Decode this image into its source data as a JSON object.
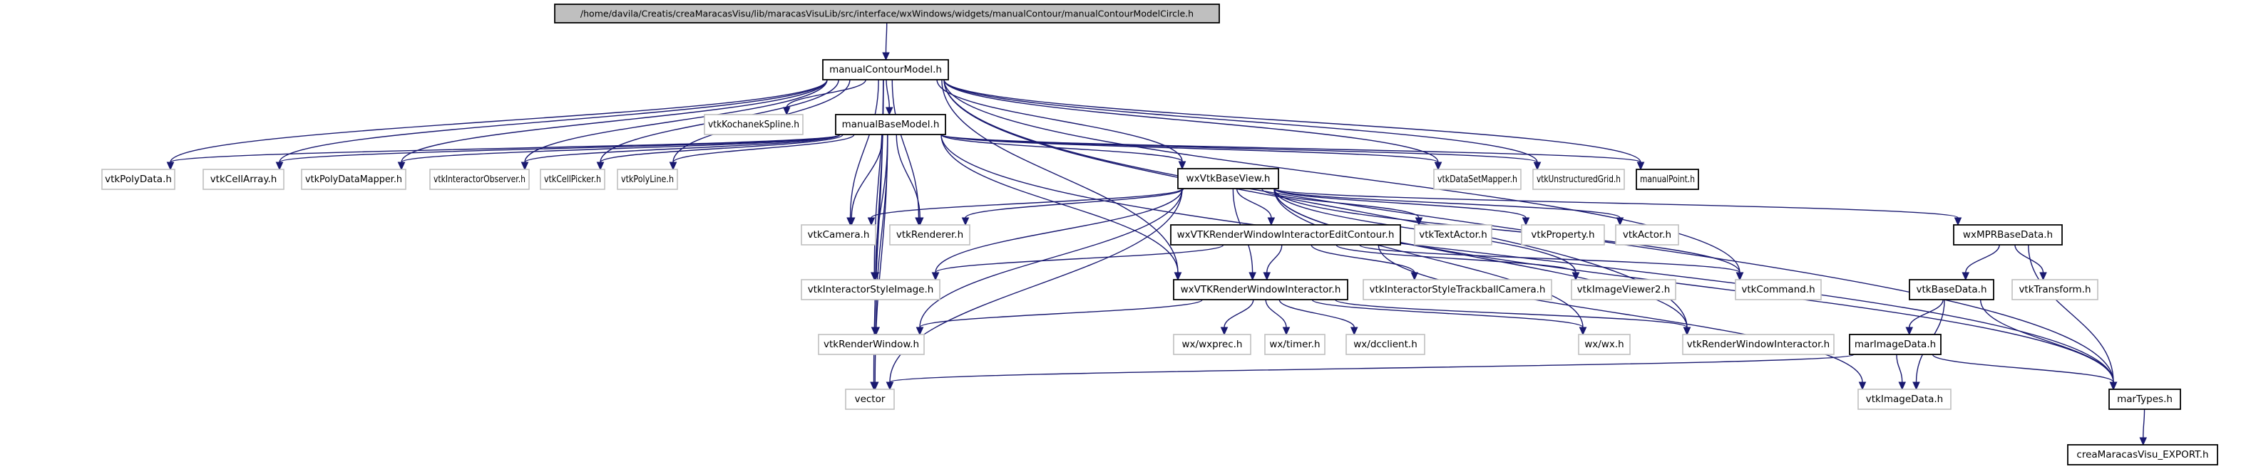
{
  "diagram": {
    "type": "include-dependency-graph",
    "edge_color": "#191970",
    "nodes": [
      {
        "id": "root",
        "label": "/home/davila/Creatis/creaMaracasVisu/lib/maracasVisuLib/src/interface/wxWindows/widgets/manualContour/manualContourModelCircle.h",
        "kind": "root"
      },
      {
        "id": "manualContourModel",
        "label": "manualContourModel.h",
        "kind": "doc"
      },
      {
        "id": "vtkKochanekSpline",
        "label": "vtkKochanekSpline.h",
        "kind": "ext"
      },
      {
        "id": "manualBaseModel",
        "label": "manualBaseModel.h",
        "kind": "doc"
      },
      {
        "id": "vtkPolyData",
        "label": "vtkPolyData.h",
        "kind": "ext"
      },
      {
        "id": "vtkCellArray",
        "label": "vtkCellArray.h",
        "kind": "ext"
      },
      {
        "id": "vtkPolyDataMapper",
        "label": "vtkPolyDataMapper.h",
        "kind": "ext"
      },
      {
        "id": "vtkInteractorObserver",
        "label": "vtkInteractorObserver.h",
        "kind": "ext"
      },
      {
        "id": "vtkCellPicker",
        "label": "vtkCellPicker.h",
        "kind": "ext"
      },
      {
        "id": "vtkPolyLine",
        "label": "vtkPolyLine.h",
        "kind": "ext"
      },
      {
        "id": "wxVtkBaseView",
        "label": "wxVtkBaseView.h",
        "kind": "doc"
      },
      {
        "id": "vtkDataSetMapper",
        "label": "vtkDataSetMapper.h",
        "kind": "ext"
      },
      {
        "id": "vtkUnstructuredGrid",
        "label": "vtkUnstructuredGrid.h",
        "kind": "ext"
      },
      {
        "id": "manualPoint",
        "label": "manualPoint.h",
        "kind": "doc"
      },
      {
        "id": "vtkCamera",
        "label": "vtkCamera.h",
        "kind": "ext"
      },
      {
        "id": "vtkRenderer",
        "label": "vtkRenderer.h",
        "kind": "ext"
      },
      {
        "id": "wxVTKRWIEditContour",
        "label": "wxVTKRenderWindowInteractorEditContour.h",
        "kind": "doc"
      },
      {
        "id": "vtkTextActor",
        "label": "vtkTextActor.h",
        "kind": "ext"
      },
      {
        "id": "vtkProperty",
        "label": "vtkProperty.h",
        "kind": "ext"
      },
      {
        "id": "vtkActor",
        "label": "vtkActor.h",
        "kind": "ext"
      },
      {
        "id": "wxMPRBaseData",
        "label": "wxMPRBaseData.h",
        "kind": "doc"
      },
      {
        "id": "vtkInteractorStyleImage",
        "label": "vtkInteractorStyleImage.h",
        "kind": "ext"
      },
      {
        "id": "wxVTKRWI",
        "label": "wxVTKRenderWindowInteractor.h",
        "kind": "doc"
      },
      {
        "id": "vtkInteractorStyleTrackballCamera",
        "label": "vtkInteractorStyleTrackballCamera.h",
        "kind": "ext"
      },
      {
        "id": "vtkImageViewer2",
        "label": "vtkImageViewer2.h",
        "kind": "ext"
      },
      {
        "id": "vtkCommand",
        "label": "vtkCommand.h",
        "kind": "ext"
      },
      {
        "id": "vtkBaseData",
        "label": "vtkBaseData.h",
        "kind": "doc"
      },
      {
        "id": "vtkTransform",
        "label": "vtkTransform.h",
        "kind": "ext"
      },
      {
        "id": "vtkRenderWindow",
        "label": "vtkRenderWindow.h",
        "kind": "ext"
      },
      {
        "id": "wxprec",
        "label": "wx/wxprec.h",
        "kind": "ext"
      },
      {
        "id": "timer",
        "label": "wx/timer.h",
        "kind": "ext"
      },
      {
        "id": "dcclient",
        "label": "wx/dcclient.h",
        "kind": "ext"
      },
      {
        "id": "wxwx",
        "label": "wx/wx.h",
        "kind": "ext"
      },
      {
        "id": "vtkRenderWindowInteractor",
        "label": "vtkRenderWindowInteractor.h",
        "kind": "ext"
      },
      {
        "id": "marImageData",
        "label": "marImageData.h",
        "kind": "doc"
      },
      {
        "id": "vector",
        "label": "vector",
        "kind": "ext"
      },
      {
        "id": "vtkImageData",
        "label": "vtkImageData.h",
        "kind": "ext"
      },
      {
        "id": "marTypes",
        "label": "marTypes.h",
        "kind": "doc"
      },
      {
        "id": "export",
        "label": "creaMaracasVisu_EXPORT.h",
        "kind": "doc"
      }
    ],
    "edges": [
      [
        "root",
        "manualContourModel"
      ],
      [
        "manualContourModel",
        "vtkKochanekSpline"
      ],
      [
        "manualContourModel",
        "manualBaseModel"
      ],
      [
        "manualContourModel",
        "vtkPolyData"
      ],
      [
        "manualContourModel",
        "vtkCellArray"
      ],
      [
        "manualContourModel",
        "vtkPolyDataMapper"
      ],
      [
        "manualContourModel",
        "vtkInteractorObserver"
      ],
      [
        "manualContourModel",
        "vtkCellPicker"
      ],
      [
        "manualContourModel",
        "vtkPolyLine"
      ],
      [
        "manualContourModel",
        "wxVtkBaseView"
      ],
      [
        "manualContourModel",
        "vtkDataSetMapper"
      ],
      [
        "manualContourModel",
        "vtkUnstructuredGrid"
      ],
      [
        "manualContourModel",
        "manualPoint"
      ],
      [
        "manualContourModel",
        "vtkCamera"
      ],
      [
        "manualContourModel",
        "vtkRenderer"
      ],
      [
        "manualContourModel",
        "vtkInteractorStyleImage"
      ],
      [
        "manualContourModel",
        "wxVTKRWI"
      ],
      [
        "manualContourModel",
        "vtkCommand"
      ],
      [
        "manualContourModel",
        "vtkRenderWindow"
      ],
      [
        "manualContourModel",
        "vtkRenderWindowInteractor"
      ],
      [
        "manualContourModel",
        "vector"
      ],
      [
        "manualContourModel",
        "marTypes"
      ],
      [
        "manualBaseModel",
        "vtkPolyData"
      ],
      [
        "manualBaseModel",
        "vtkCellArray"
      ],
      [
        "manualBaseModel",
        "vtkPolyDataMapper"
      ],
      [
        "manualBaseModel",
        "vtkInteractorObserver"
      ],
      [
        "manualBaseModel",
        "vtkCellPicker"
      ],
      [
        "manualBaseModel",
        "vtkPolyLine"
      ],
      [
        "manualBaseModel",
        "wxVtkBaseView"
      ],
      [
        "manualBaseModel",
        "vtkDataSetMapper"
      ],
      [
        "manualBaseModel",
        "vtkUnstructuredGrid"
      ],
      [
        "manualBaseModel",
        "manualPoint"
      ],
      [
        "manualBaseModel",
        "vtkCamera"
      ],
      [
        "manualBaseModel",
        "vtkRenderer"
      ],
      [
        "manualBaseModel",
        "vtkInteractorStyleImage"
      ],
      [
        "manualBaseModel",
        "wxVTKRWI"
      ],
      [
        "manualBaseModel",
        "vtkRenderWindow"
      ],
      [
        "manualBaseModel",
        "vector"
      ],
      [
        "manualBaseModel",
        "marTypes"
      ],
      [
        "wxVtkBaseView",
        "vtkCamera"
      ],
      [
        "wxVtkBaseView",
        "vtkRenderer"
      ],
      [
        "wxVtkBaseView",
        "wxVTKRWIEditContour"
      ],
      [
        "wxVtkBaseView",
        "vtkTextActor"
      ],
      [
        "wxVtkBaseView",
        "vtkProperty"
      ],
      [
        "wxVtkBaseView",
        "vtkActor"
      ],
      [
        "wxVtkBaseView",
        "wxMPRBaseData"
      ],
      [
        "wxVtkBaseView",
        "vtkInteractorStyleImage"
      ],
      [
        "wxVtkBaseView",
        "wxVTKRWI"
      ],
      [
        "wxVtkBaseView",
        "vtkImageViewer2"
      ],
      [
        "wxVtkBaseView",
        "vtkCommand"
      ],
      [
        "wxVtkBaseView",
        "vtkRenderWindow"
      ],
      [
        "wxVtkBaseView",
        "wxwx"
      ],
      [
        "wxVtkBaseView",
        "vtkRenderWindowInteractor"
      ],
      [
        "wxVtkBaseView",
        "vector"
      ],
      [
        "wxVtkBaseView",
        "marTypes"
      ],
      [
        "wxVTKRWIEditContour",
        "vtkInteractorStyleImage"
      ],
      [
        "wxVTKRWIEditContour",
        "wxVTKRWI"
      ],
      [
        "wxVTKRWIEditContour",
        "vtkInteractorStyleTrackballCamera"
      ],
      [
        "wxVTKRWIEditContour",
        "vtkImageViewer2"
      ],
      [
        "wxVTKRWIEditContour",
        "vtkCommand"
      ],
      [
        "wxVTKRWIEditContour",
        "vtkImageData"
      ],
      [
        "wxVTKRWI",
        "vtkRenderWindow"
      ],
      [
        "wxVTKRWI",
        "wxprec"
      ],
      [
        "wxVTKRWI",
        "timer"
      ],
      [
        "wxVTKRWI",
        "dcclient"
      ],
      [
        "wxVTKRWI",
        "wxwx"
      ],
      [
        "wxVTKRWI",
        "vtkRenderWindowInteractor"
      ],
      [
        "wxMPRBaseData",
        "vtkBaseData"
      ],
      [
        "wxMPRBaseData",
        "vtkTransform"
      ],
      [
        "wxMPRBaseData",
        "marTypes"
      ],
      [
        "vtkBaseData",
        "marImageData"
      ],
      [
        "vtkBaseData",
        "vtkImageData"
      ],
      [
        "vtkBaseData",
        "marTypes"
      ],
      [
        "marImageData",
        "vector"
      ],
      [
        "marImageData",
        "vtkImageData"
      ],
      [
        "marImageData",
        "marTypes"
      ],
      [
        "marTypes",
        "export"
      ]
    ]
  }
}
